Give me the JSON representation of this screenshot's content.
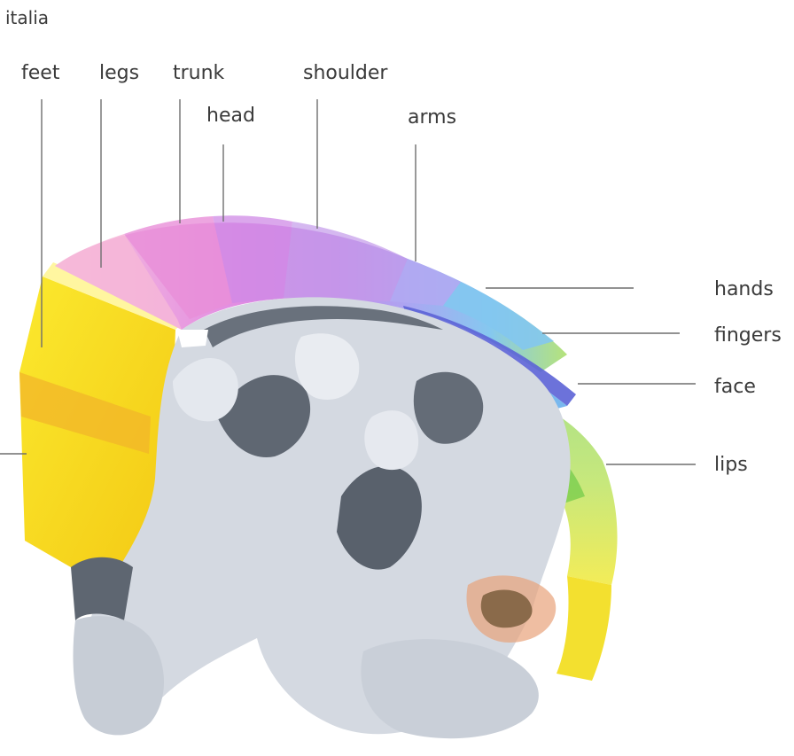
{
  "labels": {
    "genitalia": "italia",
    "feet": "feet",
    "legs": "legs",
    "trunk": "trunk",
    "head": "head",
    "shoulder": "shoulder",
    "arms": "arms",
    "hands": "hands",
    "fingers": "fingers",
    "face": "face",
    "lips": "lips"
  },
  "colors": {
    "feet_region": "#f7e21b",
    "legs_region": "#f6b7d8",
    "trunk_head_region": "#d98ce6",
    "arms_region": "#b6a9f2",
    "hands_region": "#80c5ef",
    "fingers_region": "#5c63d6",
    "face_region": "#bfe06a",
    "lips_region": "#f1e64a",
    "brain_tissue": "#d7dce4",
    "brain_shadow": "#636b76"
  }
}
